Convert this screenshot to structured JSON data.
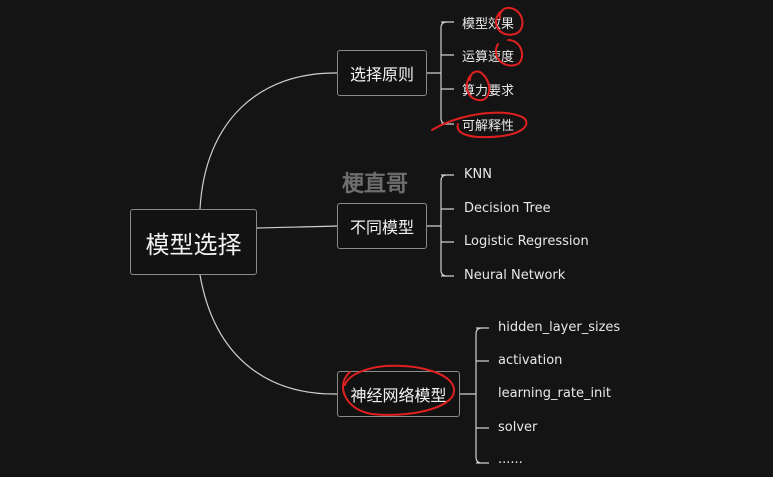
{
  "root": {
    "label": "模型选择"
  },
  "branches": [
    {
      "label": "选择原则",
      "children": [
        "模型效果",
        "运算速度",
        "算力要求",
        "可解释性"
      ]
    },
    {
      "label": "不同模型",
      "children": [
        "KNN",
        "Decision Tree",
        "Logistic Regression",
        "Neural Network"
      ]
    },
    {
      "label": "神经网络模型",
      "children": [
        "hidden_layer_sizes",
        "activation",
        "learning_rate_init",
        "solver",
        "......"
      ]
    }
  ],
  "watermark": "梗直哥",
  "colors": {
    "background": "#141414",
    "line": "#cfcfcf",
    "annotation": "#e02020"
  }
}
